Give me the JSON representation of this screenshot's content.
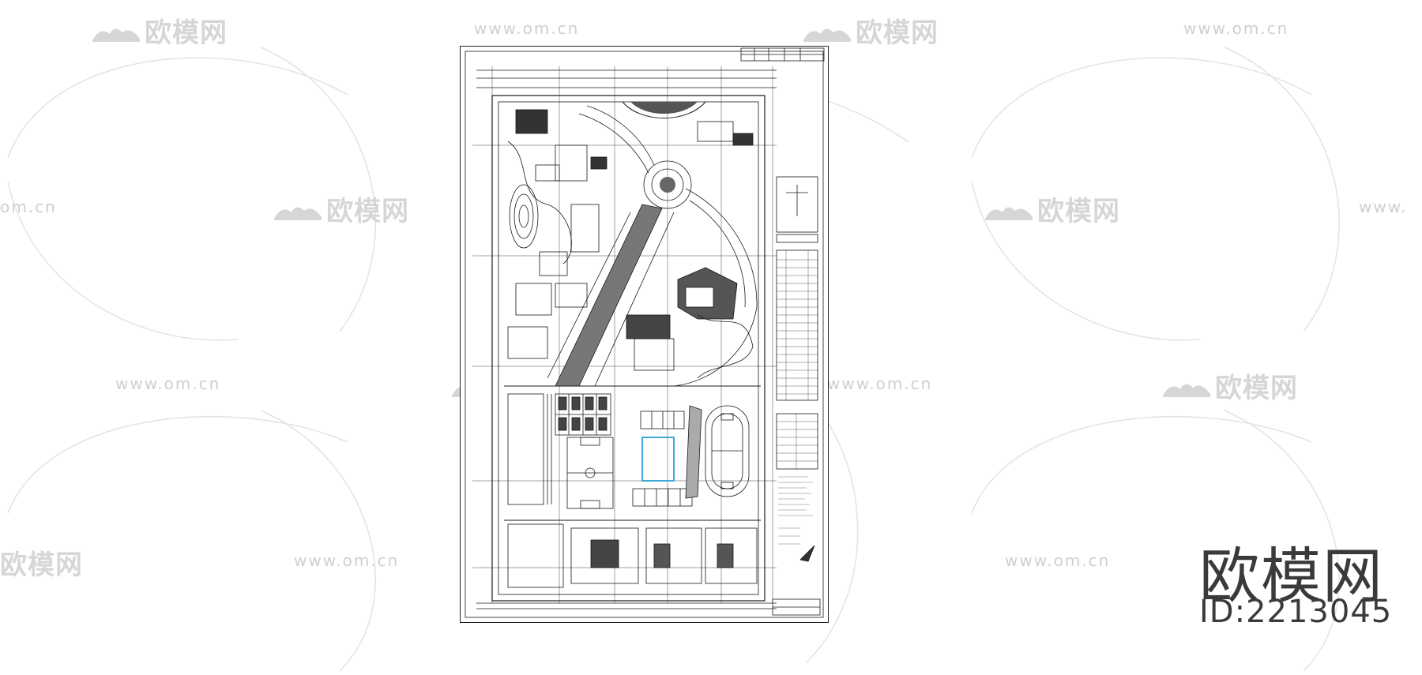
{
  "watermark": {
    "brand_text": "欧模网",
    "url_text": "www.om.cn",
    "url_partial_left": "om.cn",
    "url_partial_right": "www.",
    "logo_partial_left": "欧模网",
    "color": "#d6d6d6"
  },
  "brand": {
    "name": "欧模网",
    "id_label": "ID:2213045",
    "color": "#3a3a3a"
  },
  "drawing": {
    "type": "campus site plan (CAD)",
    "line_color": "#1a1a1a",
    "highlight_color": "#3fa9d6"
  }
}
